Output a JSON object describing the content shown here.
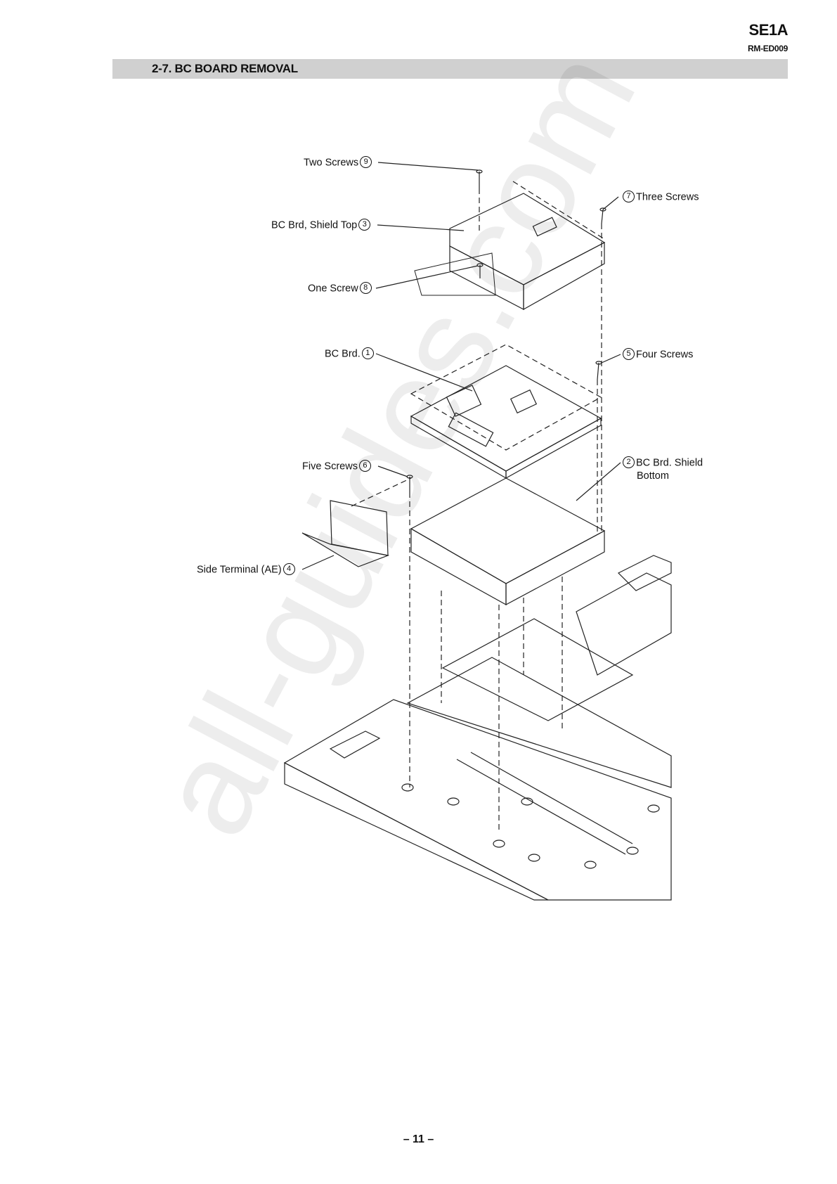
{
  "header": {
    "model": "SE1A",
    "doc_code": "RM-ED009"
  },
  "section": {
    "title": "2-7. BC BOARD REMOVAL"
  },
  "labels": {
    "two_screws": {
      "text": "Two Screws",
      "num": "9"
    },
    "three_screws": {
      "text": "Three Screws",
      "num": "7"
    },
    "shield_top": {
      "text": "BC Brd, Shield Top",
      "num": "3"
    },
    "one_screw": {
      "text": "One Screw",
      "num": "8"
    },
    "bc_brd": {
      "text": "BC Brd.",
      "num": "1"
    },
    "four_screws": {
      "text": "Four Screws",
      "num": "5"
    },
    "five_screws": {
      "text": "Five Screws",
      "num": "6"
    },
    "shield_bottom": {
      "text": "BC Brd. Shield",
      "text2": "Bottom",
      "num": "2"
    },
    "side_terminal": {
      "text": "Side Terminal (AE)",
      "num": "4"
    }
  },
  "watermark": "all-guides.com",
  "footer": {
    "page": "– 11 –"
  }
}
